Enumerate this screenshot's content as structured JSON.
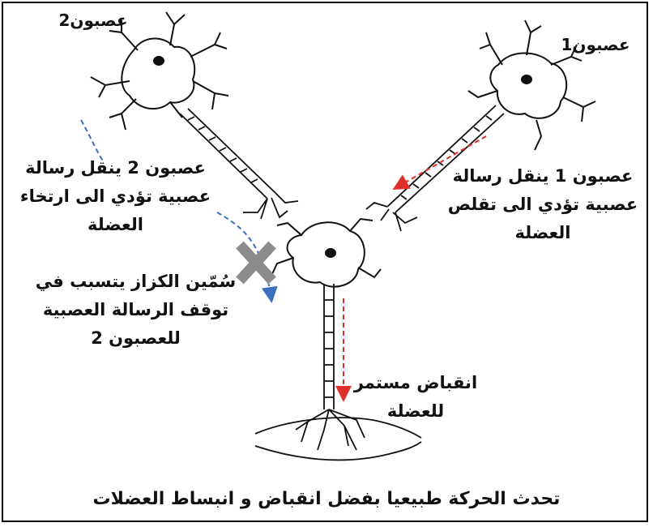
{
  "neuron2_label": "عصبون2",
  "neuron1_label": "عصبون1",
  "neuron2_message": [
    "عصبون 2 ينقل رسالة",
    "عصبية تؤدي الى ارتخاء",
    "العضلة"
  ],
  "neuron1_message": [
    "عصبون 1 ينقل رسالة",
    "عصبية تؤدي الى تقلص",
    "العضلة"
  ],
  "tetanus_note": [
    "سُمّين الكزاز يتسبب في",
    "توقف الرسالة العصبية",
    "للعصبون 2"
  ],
  "contraction_note": [
    "انقباض مستمر",
    "للعضلة"
  ],
  "caption": "تحدث الحركة طبيعيا بفضل انقباض و انبساط العضلات",
  "colors": {
    "red_arrow": "#e0302a",
    "blue_arrow": "#3b6fc0",
    "block_x": "#8c8c8c"
  }
}
